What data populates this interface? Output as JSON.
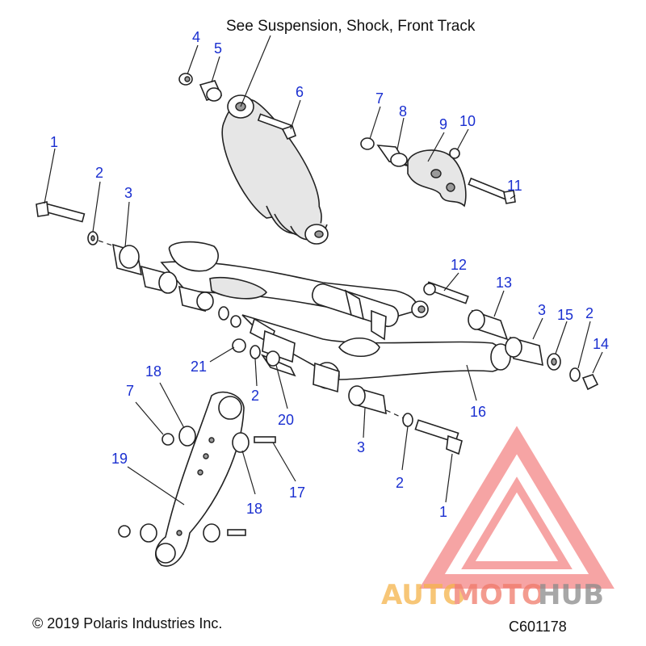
{
  "note": "See Suspension, Shock, Front Track",
  "copyright": "© 2019 Polaris Industries Inc.",
  "drawing_id": "C601178",
  "watermark": {
    "text_a": "AUTO",
    "text_b": "MOTO",
    "text_c": "HUB",
    "color_a": "#f5b34a",
    "color_b": "#f07a6a",
    "color_c": "#8a8a8a",
    "logo_color": "#f05a5a"
  },
  "colors": {
    "callout": "#1a2fd0",
    "lines": "#222222"
  },
  "callouts": [
    "1",
    "2",
    "3",
    "4",
    "5",
    "6",
    "7",
    "8",
    "9",
    "10",
    "11",
    "2",
    "3",
    "12",
    "13",
    "3",
    "15",
    "2",
    "14",
    "21",
    "2",
    "20",
    "16",
    "18",
    "7",
    "19",
    "18",
    "17",
    "3",
    "2",
    "1"
  ]
}
